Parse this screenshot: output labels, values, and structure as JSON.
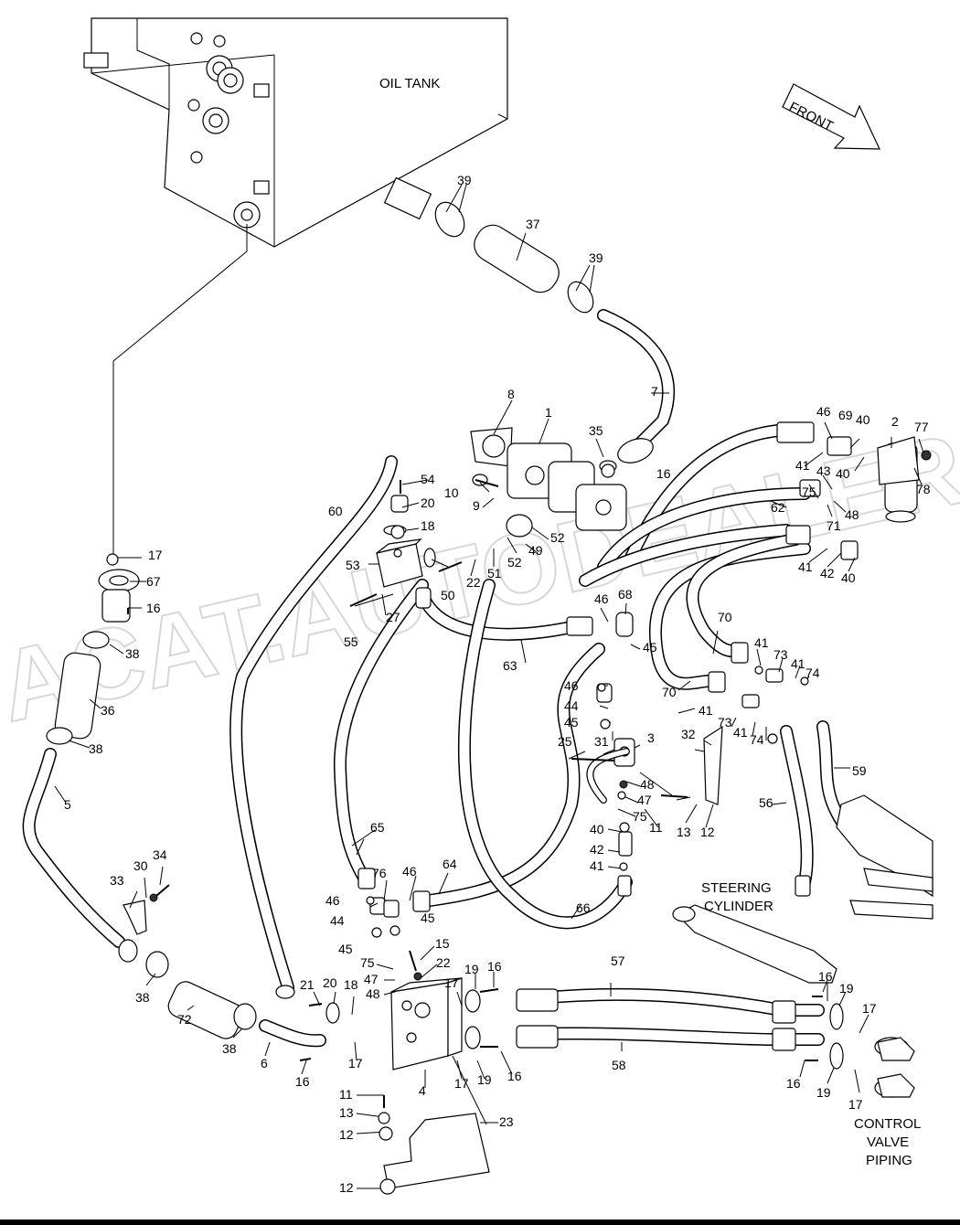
{
  "labels": {
    "oil_tank": "OIL TANK",
    "front": "FRONT",
    "steering_cylinder_1": "STEERING",
    "steering_cylinder_2": "CYLINDER",
    "control_valve_1": "CONTROL",
    "control_valve_2": "VALVE",
    "control_valve_3": "PIPING"
  },
  "watermark": "ACAT.AUTODEALER.RU",
  "callouts": {
    "n1": "1",
    "n2": "2",
    "n3": "3",
    "n4": "4",
    "n5": "5",
    "n6": "6",
    "n7": "7",
    "n8": "8",
    "n9": "9",
    "n10": "10",
    "n11a": "11",
    "n11b": "11",
    "n12a": "12",
    "n12b": "12",
    "n12c": "12",
    "n13a": "13",
    "n13b": "13",
    "n15": "15",
    "n16a": "16",
    "n16b": "16",
    "n16c": "16",
    "n16d": "16",
    "n16e": "16",
    "n16f": "16",
    "n16g": "16",
    "n17a": "17",
    "n17b": "17",
    "n17c": "17",
    "n17d": "17",
    "n17e": "17",
    "n17f": "17",
    "n18a": "18",
    "n18b": "18",
    "n19a": "19",
    "n19b": "19",
    "n19c": "19",
    "n19d": "19",
    "n20a": "20",
    "n20b": "20",
    "n21": "21",
    "n22a": "22",
    "n22b": "22",
    "n23": "23",
    "n25": "25",
    "n27": "27",
    "n30": "30",
    "n31": "31",
    "n32": "32",
    "n33": "33",
    "n34": "34",
    "n35": "35",
    "n36": "36",
    "n37": "37",
    "n38a": "38",
    "n38b": "38",
    "n38c": "38",
    "n38d": "38",
    "n39a": "39",
    "n39b": "39",
    "n40a": "40",
    "n40b": "40",
    "n40c": "40",
    "n40d": "40",
    "n41a": "41",
    "n41b": "41",
    "n41c": "41",
    "n41d": "41",
    "n41e": "41",
    "n41f": "41",
    "n42a": "42",
    "n42b": "42",
    "n43": "43",
    "n44a": "44",
    "n44b": "44",
    "n45a": "45",
    "n45b": "45",
    "n45c": "45",
    "n45d": "45",
    "n46a": "46",
    "n46b": "46",
    "n46c": "46",
    "n46d": "46",
    "n46e": "46",
    "n47a": "47",
    "n47b": "47",
    "n48a": "48",
    "n48b": "48",
    "n48c": "48",
    "n49": "49",
    "n50": "50",
    "n51": "51",
    "n52a": "52",
    "n52b": "52",
    "n53": "53",
    "n54": "54",
    "n55": "55",
    "n56": "56",
    "n57": "57",
    "n58": "58",
    "n59": "59",
    "n60": "60",
    "n62": "62",
    "n63": "63",
    "n64": "64",
    "n65": "65",
    "n66": "66",
    "n67": "67",
    "n68": "68",
    "n69": "69",
    "n70a": "70",
    "n70b": "70",
    "n71": "71",
    "n72": "72",
    "n73a": "73",
    "n73b": "73",
    "n74a": "74",
    "n74b": "74",
    "n75a": "75",
    "n75b": "75",
    "n75c": "75",
    "n76": "76",
    "n77": "77",
    "n78": "78"
  }
}
